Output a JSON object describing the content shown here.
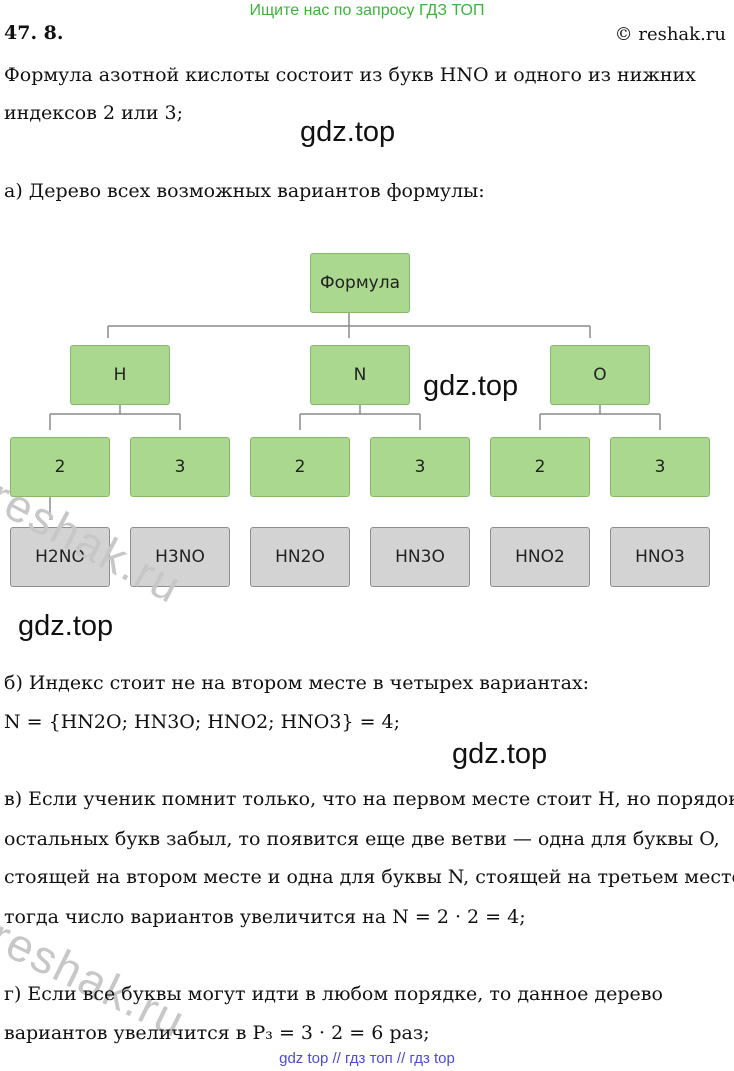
{
  "header": {
    "banner": "Ищите нас по запросу ГДЗ ТОП",
    "problem": "47. 8.",
    "site": "© reshak.ru"
  },
  "text": {
    "line1": "Формула азотной кислоты состоит из букв HNO и одного из нижних",
    "line2": "индексов 2 или 3;",
    "a": "а) Дерево всех возможных вариантов формулы:",
    "b": "б) Индекс стоит не на втором месте в четырех вариантах:",
    "b2": "N = {HN2O;  HN3O;  HNO2;  HNO3} = 4;",
    "v1": "в) Если ученик помнит только, что на первом месте стоит H, но порядок",
    "v2": "остальных букв забыл, то появится еще две ветви — одна для буквы O,",
    "v3": "стоящей на втором месте и одна для буквы N, стоящей на третьем месте,",
    "v4": "тогда число вариантов увеличится на N = 2 · 2 = 4;",
    "g1": "г) Если все буквы могут идти в любом порядке, то данное дерево",
    "g2": "вариантов увеличится в P₃ = 3 · 2 = 6 раз;"
  },
  "watermarks": {
    "gdz": "gdz.top",
    "reshak": "reshak.ru"
  },
  "tree": {
    "root": "Формула",
    "letters": [
      "H",
      "N",
      "O"
    ],
    "indices": [
      "2",
      "3",
      "2",
      "3",
      "2",
      "3"
    ],
    "formulas": [
      "H2NO",
      "H3NO",
      "HN2O",
      "HN3O",
      "HNO2",
      "HNO3"
    ]
  },
  "colors": {
    "green": "#a9d88e",
    "gray": "#d3d3d3",
    "banner": "#3cb43c",
    "footer": "#4b4bd8"
  },
  "footer": "gdz top  //  гдз топ  //  гдз top"
}
